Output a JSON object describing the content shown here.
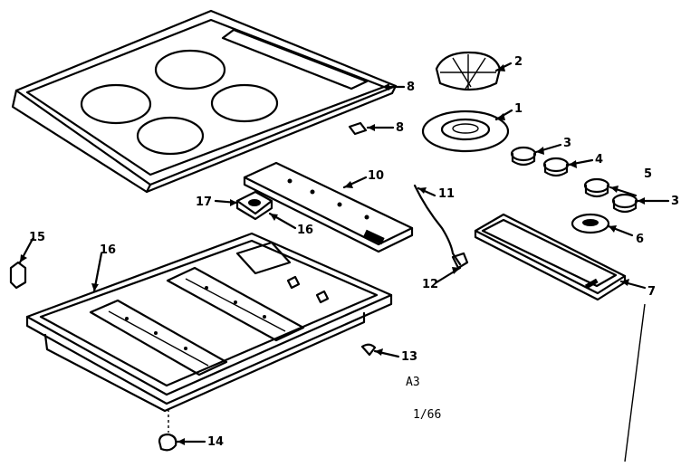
{
  "diagram": {
    "reference": "A3",
    "page": "1/66",
    "callouts": [
      "1",
      "2",
      "3",
      "4",
      "5",
      "3",
      "6",
      "7",
      "8",
      "8",
      "10",
      "11",
      "12",
      "13",
      "14",
      "15",
      "16",
      "16",
      "17"
    ]
  }
}
